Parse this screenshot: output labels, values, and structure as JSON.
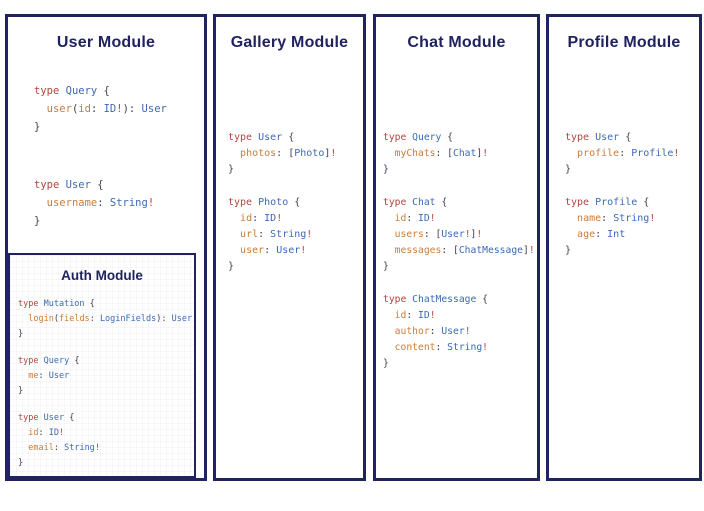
{
  "colors": {
    "navy": "#20235e",
    "red": "#b0453f",
    "blue": "#3b6ab5",
    "orange": "#cb7c38",
    "punct": "#3f3f52"
  },
  "panels": [
    {
      "title": "User Module",
      "code": {
        "blocks": [
          [
            [
              [
                "k",
                "type"
              ],
              [
                "t",
                " Query"
              ],
              [
                "p",
                " {"
              ]
            ],
            [
              [
                "p",
                "  "
              ],
              [
                "f",
                "user"
              ],
              [
                "p",
                "("
              ],
              [
                "f",
                "id"
              ],
              [
                "p",
                ": "
              ],
              [
                "t",
                "ID"
              ],
              [
                "b",
                "!"
              ],
              [
                "p",
                "): "
              ],
              [
                "t",
                "User"
              ]
            ],
            [
              [
                "p",
                "}"
              ]
            ]
          ],
          [
            [
              [
                "k",
                "type"
              ],
              [
                "t",
                " User"
              ],
              [
                "p",
                " {"
              ]
            ],
            [
              [
                "p",
                "  "
              ],
              [
                "f",
                "username"
              ],
              [
                "p",
                ": "
              ],
              [
                "t",
                "String"
              ],
              [
                "b",
                "!"
              ]
            ],
            [
              [
                "p",
                "}"
              ]
            ]
          ]
        ]
      }
    },
    {
      "title": "Gallery Module",
      "code": {
        "blocks": [
          [
            [
              [
                "k",
                "type"
              ],
              [
                "t",
                " User"
              ],
              [
                "p",
                " {"
              ]
            ],
            [
              [
                "p",
                "  "
              ],
              [
                "f",
                "photos"
              ],
              [
                "p",
                ": ["
              ],
              [
                "t",
                "Photo"
              ],
              [
                "p",
                "]"
              ],
              [
                "b",
                "!"
              ]
            ],
            [
              [
                "p",
                "}"
              ]
            ]
          ],
          [
            [
              [
                "k",
                "type"
              ],
              [
                "t",
                " Photo"
              ],
              [
                "p",
                " {"
              ]
            ],
            [
              [
                "p",
                "  "
              ],
              [
                "f",
                "id"
              ],
              [
                "p",
                ": "
              ],
              [
                "t",
                "ID"
              ],
              [
                "b",
                "!"
              ]
            ],
            [
              [
                "p",
                "  "
              ],
              [
                "f",
                "url"
              ],
              [
                "p",
                ": "
              ],
              [
                "t",
                "String"
              ],
              [
                "b",
                "!"
              ]
            ],
            [
              [
                "p",
                "  "
              ],
              [
                "f",
                "user"
              ],
              [
                "p",
                ": "
              ],
              [
                "t",
                "User"
              ],
              [
                "b",
                "!"
              ]
            ],
            [
              [
                "p",
                "}"
              ]
            ]
          ]
        ]
      }
    },
    {
      "title": "Chat Module",
      "code": {
        "blocks": [
          [
            [
              [
                "k",
                "type"
              ],
              [
                "t",
                " Query"
              ],
              [
                "p",
                " {"
              ]
            ],
            [
              [
                "p",
                "  "
              ],
              [
                "f",
                "myChats"
              ],
              [
                "p",
                ": ["
              ],
              [
                "t",
                "Chat"
              ],
              [
                "p",
                "]"
              ],
              [
                "b",
                "!"
              ]
            ],
            [
              [
                "p",
                "}"
              ]
            ]
          ],
          [
            [
              [
                "k",
                "type"
              ],
              [
                "t",
                " Chat"
              ],
              [
                "p",
                " {"
              ]
            ],
            [
              [
                "p",
                "  "
              ],
              [
                "f",
                "id"
              ],
              [
                "p",
                ": "
              ],
              [
                "t",
                "ID"
              ],
              [
                "b",
                "!"
              ]
            ],
            [
              [
                "p",
                "  "
              ],
              [
                "f",
                "users"
              ],
              [
                "p",
                ": ["
              ],
              [
                "t",
                "User"
              ],
              [
                "b",
                "!"
              ],
              [
                "p",
                "]"
              ],
              [
                "b",
                "!"
              ]
            ],
            [
              [
                "p",
                "  "
              ],
              [
                "f",
                "messages"
              ],
              [
                "p",
                ": ["
              ],
              [
                "t",
                "ChatMessage"
              ],
              [
                "p",
                "]"
              ],
              [
                "b",
                "!"
              ]
            ],
            [
              [
                "p",
                "}"
              ]
            ]
          ],
          [
            [
              [
                "k",
                "type"
              ],
              [
                "t",
                " ChatMessage"
              ],
              [
                "p",
                " {"
              ]
            ],
            [
              [
                "p",
                "  "
              ],
              [
                "f",
                "id"
              ],
              [
                "p",
                ": "
              ],
              [
                "t",
                "ID"
              ],
              [
                "b",
                "!"
              ]
            ],
            [
              [
                "p",
                "  "
              ],
              [
                "f",
                "author"
              ],
              [
                "p",
                ": "
              ],
              [
                "t",
                "User"
              ],
              [
                "b",
                "!"
              ]
            ],
            [
              [
                "p",
                "  "
              ],
              [
                "f",
                "content"
              ],
              [
                "p",
                ": "
              ],
              [
                "t",
                "String"
              ],
              [
                "b",
                "!"
              ]
            ],
            [
              [
                "p",
                "}"
              ]
            ]
          ]
        ]
      }
    },
    {
      "title": "Profile Module",
      "code": {
        "blocks": [
          [
            [
              [
                "k",
                "type"
              ],
              [
                "t",
                " User"
              ],
              [
                "p",
                " {"
              ]
            ],
            [
              [
                "p",
                "  "
              ],
              [
                "f",
                "profile"
              ],
              [
                "p",
                ": "
              ],
              [
                "t",
                "Profile"
              ],
              [
                "b",
                "!"
              ]
            ],
            [
              [
                "p",
                "}"
              ]
            ]
          ],
          [
            [
              [
                "k",
                "type"
              ],
              [
                "t",
                " Profile"
              ],
              [
                "p",
                " {"
              ]
            ],
            [
              [
                "p",
                "  "
              ],
              [
                "f",
                "name"
              ],
              [
                "p",
                ": "
              ],
              [
                "t",
                "String"
              ],
              [
                "b",
                "!"
              ]
            ],
            [
              [
                "p",
                "  "
              ],
              [
                "f",
                "age"
              ],
              [
                "p",
                ": "
              ],
              [
                "t",
                "Int"
              ]
            ],
            [
              [
                "p",
                "}"
              ]
            ]
          ]
        ]
      }
    }
  ],
  "auth": {
    "title": "Auth Module",
    "code": {
      "blocks": [
        [
          [
            [
              "k",
              "type"
            ],
            [
              "t",
              " Mutation"
            ],
            [
              "p",
              " {"
            ]
          ],
          [
            [
              "p",
              "  "
            ],
            [
              "f",
              "login"
            ],
            [
              "p",
              "("
            ],
            [
              "f",
              "fields"
            ],
            [
              "p",
              ": "
            ],
            [
              "t",
              "LoginFields"
            ],
            [
              "p",
              "): "
            ],
            [
              "t",
              "User"
            ]
          ],
          [
            [
              "p",
              "}"
            ]
          ]
        ],
        [
          [
            [
              "k",
              "type"
            ],
            [
              "t",
              " Query"
            ],
            [
              "p",
              " {"
            ]
          ],
          [
            [
              "p",
              "  "
            ],
            [
              "f",
              "me"
            ],
            [
              "p",
              ": "
            ],
            [
              "t",
              "User"
            ]
          ],
          [
            [
              "p",
              "}"
            ]
          ]
        ],
        [
          [
            [
              "k",
              "type"
            ],
            [
              "t",
              " User"
            ],
            [
              "p",
              " {"
            ]
          ],
          [
            [
              "p",
              "  "
            ],
            [
              "f",
              "id"
            ],
            [
              "p",
              ": "
            ],
            [
              "t",
              "ID"
            ],
            [
              "b",
              "!"
            ]
          ],
          [
            [
              "p",
              "  "
            ],
            [
              "f",
              "email"
            ],
            [
              "p",
              ": "
            ],
            [
              "t",
              "String"
            ],
            [
              "b",
              "!"
            ]
          ],
          [
            [
              "p",
              "}"
            ]
          ]
        ]
      ]
    }
  }
}
